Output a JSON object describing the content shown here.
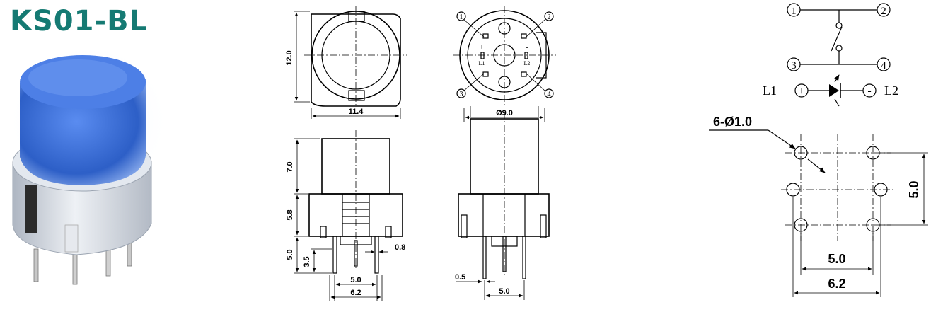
{
  "title": "KS01-BL",
  "colors": {
    "title": "#157a73",
    "cap": "#3d6fd6",
    "body": "#d8dde6"
  },
  "top_view": {
    "height": "12.0",
    "width": "11.4"
  },
  "bottom_view": {
    "diameter": "Ø9.0",
    "pins": [
      "1",
      "2",
      "3",
      "4"
    ],
    "marks": [
      "+",
      "-",
      "L1",
      "L2"
    ]
  },
  "front_view": {
    "cap_h": "7.0",
    "body_h": "5.8",
    "pin_len": "5.0",
    "pin_sub": "3.5",
    "pin_w": "0.8",
    "inner": "5.0",
    "outer": "6.2"
  },
  "side_view": {
    "pin_w": "0.5",
    "pitch": "5.0"
  },
  "schematic": {
    "pins": [
      "1",
      "2",
      "3",
      "4"
    ],
    "led_left": "L1",
    "led_right": "L2",
    "plus": "+",
    "minus": "-"
  },
  "footprint": {
    "holes": "6-Ø1.0",
    "vertical": "5.0",
    "inner": "5.0",
    "outer": "6.2"
  }
}
